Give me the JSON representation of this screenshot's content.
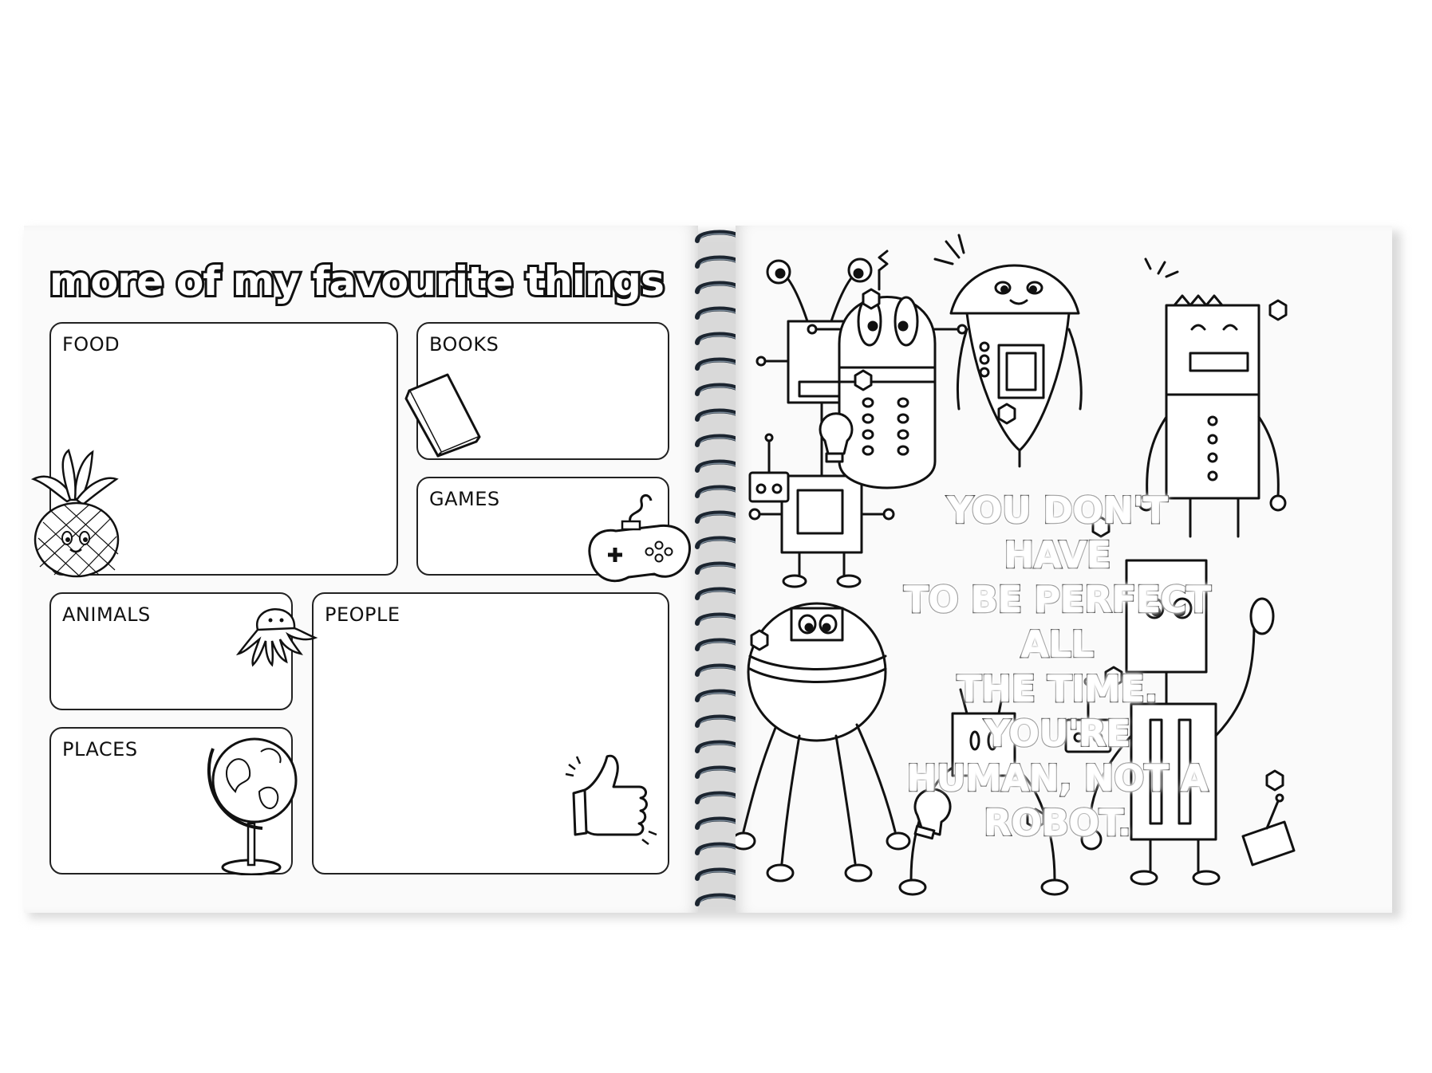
{
  "left_page": {
    "title": "more of my favourite things",
    "boxes": {
      "food": "FOOD",
      "books": "BOOKS",
      "games": "GAMES",
      "animals": "ANIMALS",
      "people": "PEOPLE",
      "places": "PLACES"
    },
    "icons": [
      "pineapple-icon",
      "book-icon",
      "gamepad-icon",
      "octopus-icon",
      "globe-icon",
      "thumbs-up-icon"
    ]
  },
  "right_page": {
    "quote_lines": [
      "YOU DON'T HAVE",
      "TO BE PERFECT ALL",
      "THE TIME. YOU'RE",
      "HUMAN, NOT A",
      "ROBOT."
    ],
    "illustration": "robot-doodles"
  },
  "colors": {
    "ink": "#111111",
    "page": "#fafafa",
    "spiral": "#1c2530"
  }
}
